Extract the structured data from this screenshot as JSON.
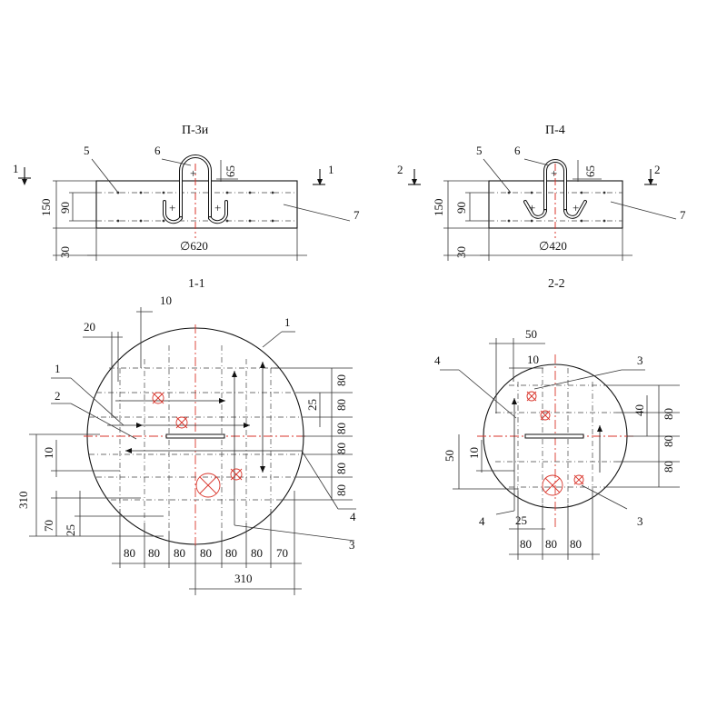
{
  "views": {
    "left_top_title": "П-3и",
    "right_top_title": "П-4",
    "left_section_title": "1-1",
    "right_section_title": "2-2"
  },
  "section_marks": {
    "left_a": "1",
    "left_b": "1",
    "right_a": "2",
    "right_b": "2"
  },
  "left_elev": {
    "pos_5": "5",
    "pos_6": "6",
    "pos_7": "7",
    "dim_150": "150",
    "dim_90": "90",
    "dim_30": "30",
    "dim_65": "65",
    "dim_dia": "∅620"
  },
  "right_elev": {
    "pos_5": "5",
    "pos_6": "6",
    "pos_7": "7",
    "dim_150": "150",
    "dim_90": "90",
    "dim_30": "30",
    "dim_65": "65",
    "dim_dia": "∅420"
  },
  "left_plan": {
    "dim_10": "10",
    "dim_20": "20",
    "pos_1a": "1",
    "pos_1b": "1",
    "pos_2": "2",
    "pos_3": "3",
    "pos_4": "4",
    "dim_25_right": "25",
    "right_dims": [
      "80",
      "80",
      "80",
      "80",
      "80",
      "80"
    ],
    "dim_10_left": "10",
    "dim_310_left": "310",
    "dim_70_left": "70",
    "dim_25_left": "25",
    "bottom_dims": [
      "80",
      "80",
      "80",
      "80",
      "80",
      "80",
      "70"
    ],
    "dim_310_bottom": "310"
  },
  "right_plan": {
    "dim_50_top": "50",
    "dim_10_top": "10",
    "pos_4a": "4",
    "pos_4b": "4",
    "pos_3a": "3",
    "pos_3b": "3",
    "dim_40": "40",
    "right_dims": [
      "80",
      "80",
      "80"
    ],
    "dim_50_left": "50",
    "dim_10_left": "10",
    "dim_25": "25",
    "bottom_dims": [
      "80",
      "80",
      "80"
    ]
  }
}
